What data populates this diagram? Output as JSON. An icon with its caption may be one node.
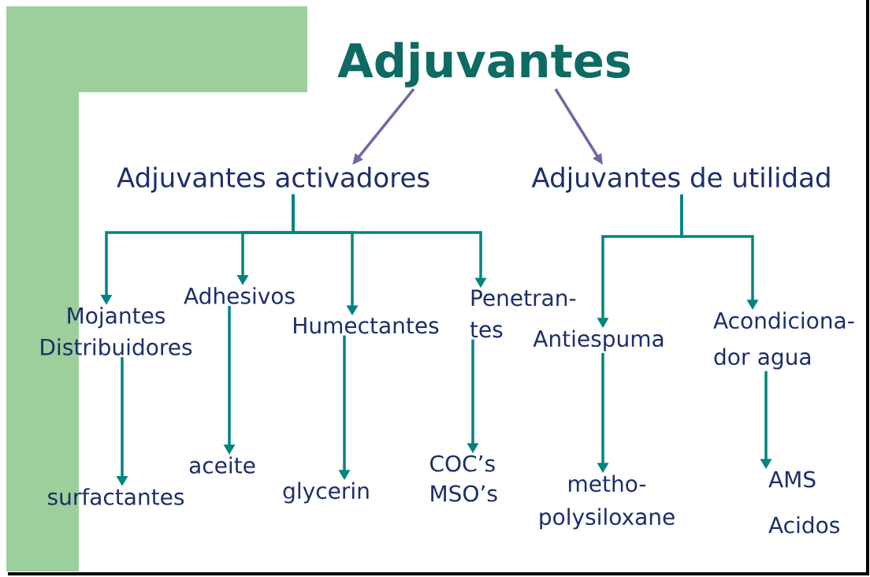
{
  "diagram": {
    "nodes": [
      {
        "text": [
          "Adjuvantes"
        ]
      },
      {
        "text": [
          "Adjuvantes activadores"
        ]
      },
      {
        "text": [
          "Adjuvantes de utilidad"
        ]
      },
      {
        "text": [
          "Mojantes Distribuidores"
        ]
      },
      {
        "text": [
          "Adhesivos"
        ]
      },
      {
        "text": [
          "Humectantes"
        ]
      },
      {
        "text": [
          "Penetran- tes"
        ]
      },
      {
        "text": [
          "Antiespuma"
        ]
      },
      {
        "text": [
          "Acondiciona- dor agua"
        ]
      },
      {
        "text": [
          "surfactantes"
        ]
      },
      {
        "text": [
          "aceite"
        ]
      },
      {
        "text": [
          "glycerin"
        ]
      },
      {
        "text": [
          "COC’s MSO’s"
        ]
      },
      {
        "text": [
          "metho- polysiloxane"
        ]
      },
      {
        "text": [
          "AMS Acidos"
        ]
      }
    ],
    "edges": [
      {
        "from": 0,
        "to": 1,
        "arrow": "to",
        "color": "#6b6aa6"
      },
      {
        "from": 0,
        "to": 2,
        "arrow": "to",
        "color": "#6b6aa6"
      },
      {
        "from": 1,
        "to": 3,
        "arrow": "to"
      },
      {
        "from": 1,
        "to": 4,
        "arrow": "to"
      },
      {
        "from": 1,
        "to": 5,
        "arrow": "to"
      },
      {
        "from": 1,
        "to": 6,
        "arrow": "to"
      },
      {
        "from": 2,
        "to": 7,
        "arrow": "to"
      },
      {
        "from": 2,
        "to": 8,
        "arrow": "to"
      },
      {
        "from": 3,
        "to": 9,
        "arrow": "to"
      },
      {
        "from": 4,
        "to": 10,
        "arrow": "to"
      },
      {
        "from": 5,
        "to": 11,
        "arrow": "to"
      },
      {
        "from": 6,
        "to": 12,
        "arrow": "to"
      },
      {
        "from": 7,
        "to": 13,
        "arrow": "to"
      },
      {
        "from": 8,
        "to": 14,
        "arrow": "to"
      }
    ]
  }
}
